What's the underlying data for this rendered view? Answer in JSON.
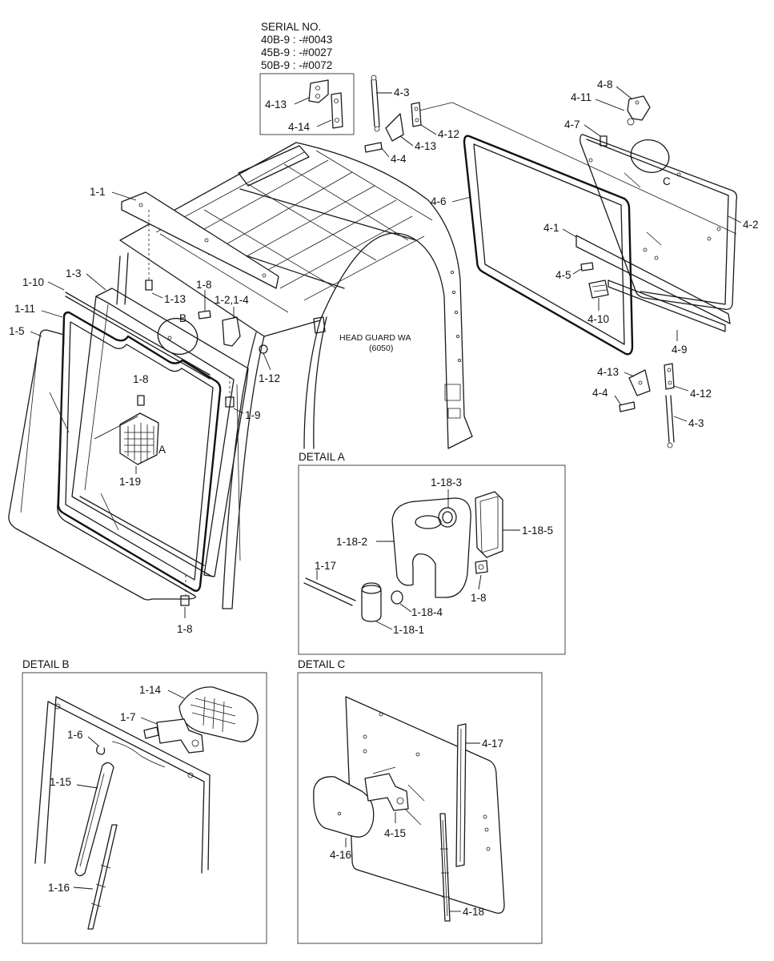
{
  "serial_block": {
    "title": "SERIAL NO.",
    "lines": [
      "40B-9 : -#0043",
      "45B-9 : -#0027",
      "50B-9 : -#0072"
    ]
  },
  "head_guard": {
    "line1": "HEAD GUARD WA",
    "line2": "(6050)"
  },
  "details": {
    "a": "DETAIL A",
    "b": "DETAIL B",
    "c": "DETAIL C"
  },
  "callouts": {
    "a": "A",
    "b": "B",
    "c": "C"
  },
  "labels": {
    "p4_13_serial": "4-13",
    "p4_14": "4-14",
    "p4_3_top": "4-3",
    "p4_12_top": "4-12",
    "p4_13_top": "4-13",
    "p4_4_top": "4-4",
    "p4_8": "4-8",
    "p4_11": "4-11",
    "p4_7": "4-7",
    "p4_6": "4-6",
    "p4_2": "4-2",
    "p4_1": "4-1",
    "p4_5": "4-5",
    "p4_10": "4-10",
    "p4_9": "4-9",
    "p4_13_bot": "4-13",
    "p4_4_bot": "4-4",
    "p4_12_bot": "4-12",
    "p4_3_bot": "4-3",
    "p1_1": "1-1",
    "p1_3": "1-3",
    "p1_10": "1-10",
    "p1_11": "1-11",
    "p1_5": "1-5",
    "p1_13": "1-13",
    "p1_8_top": "1-8",
    "p1_2_1_4": "1-2,1-4",
    "p1_12": "1-12",
    "p1_8_mid": "1-8",
    "p1_9": "1-9",
    "p1_19": "1-19",
    "p1_8_bot": "1-8",
    "p1_18_3": "1-18-3",
    "p1_18_2": "1-18-2",
    "p1_18_5": "1-18-5",
    "p1_17": "1-17",
    "p1_8_a": "1-8",
    "p1_18_4": "1-18-4",
    "p1_18_1": "1-18-1",
    "p1_14": "1-14",
    "p1_7": "1-7",
    "p1_6": "1-6",
    "p1_15": "1-15",
    "p1_16": "1-16",
    "p4_17": "4-17",
    "p4_16": "4-16",
    "p4_15": "4-15",
    "p4_18": "4-18"
  }
}
